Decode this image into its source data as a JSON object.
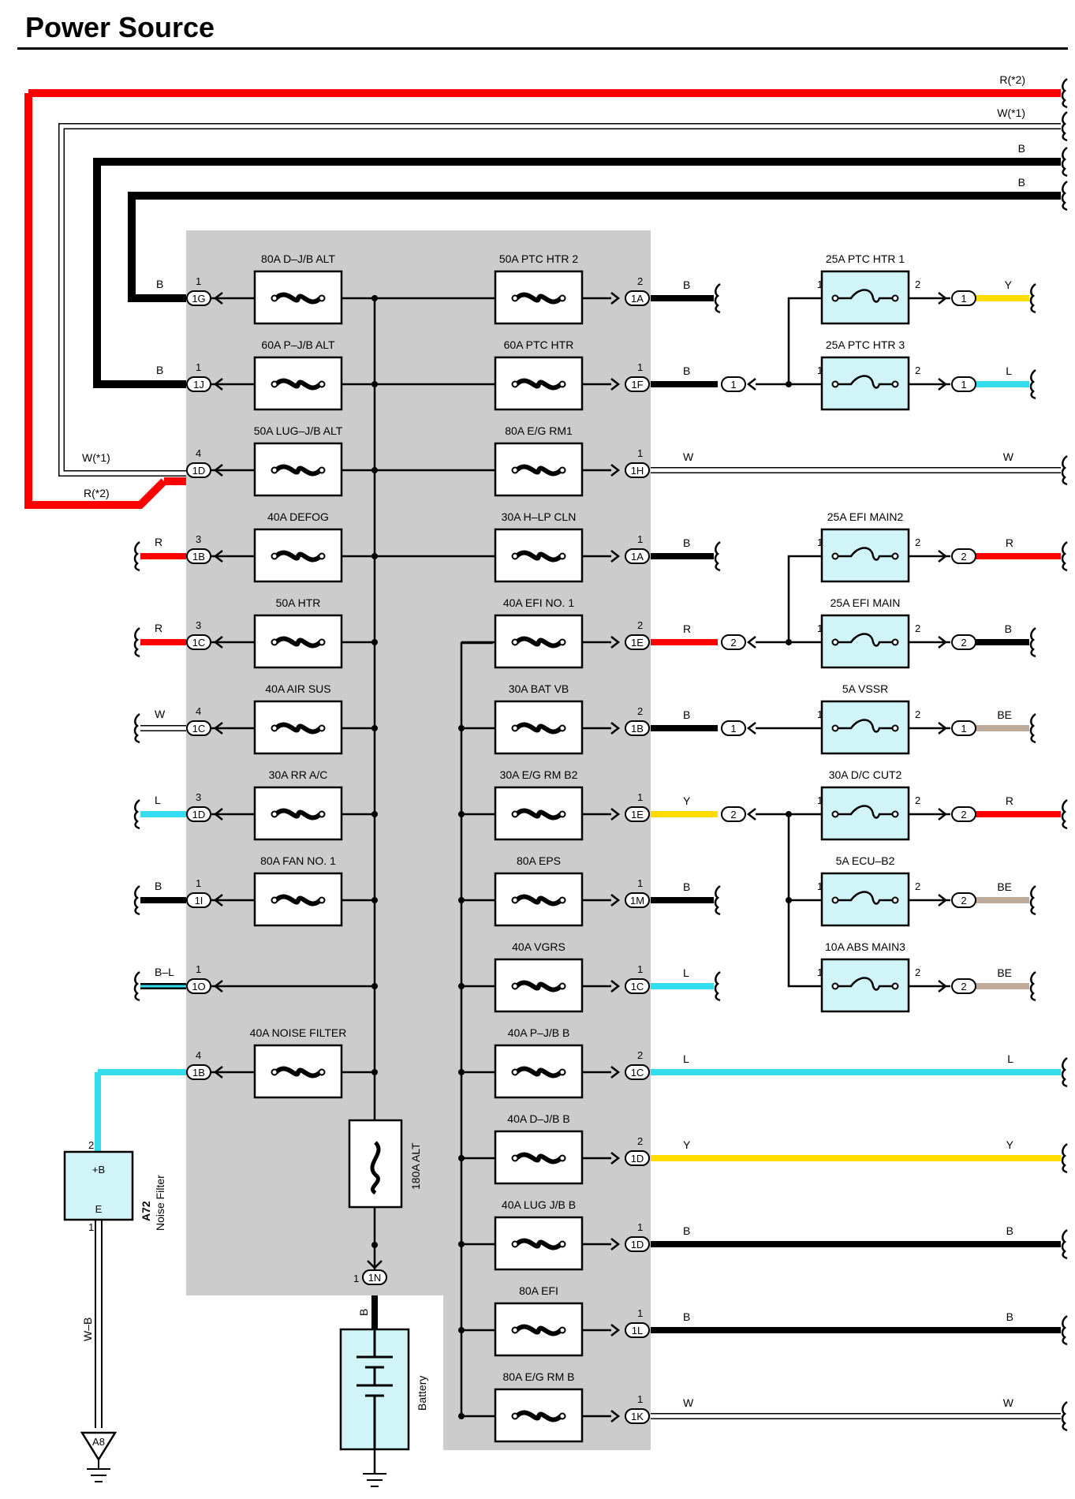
{
  "page": {
    "title": "Power Source"
  },
  "colors": {
    "R": "#ff0000",
    "W": "#ffffff",
    "B": "#000000",
    "L": "#33ddee",
    "Y": "#ffdd00",
    "BE": "#c0aa99",
    "box": "#cccccc",
    "fuse_fill": "#d0f4f8"
  },
  "top_bus": [
    "R(*2)",
    "W(*1)",
    "B",
    "B"
  ],
  "left_bus": {
    "w_label": "W(*1)",
    "r_label": "R(*2)"
  },
  "left_fuses": [
    {
      "name": "80A D–J/B ALT",
      "conn": "1G",
      "pin": "1",
      "wire": "B",
      "color": "B",
      "feed": "bus"
    },
    {
      "name": "60A P–J/B ALT",
      "conn": "1J",
      "pin": "1",
      "wire": "B",
      "color": "B",
      "feed": "bus"
    },
    {
      "name": "50A LUG–J/B ALT",
      "conn": "1D",
      "pin": "4",
      "wire": "",
      "color": "W",
      "feed": "bus"
    },
    {
      "name": "40A DEFOG",
      "conn": "1B",
      "pin": "3",
      "wire": "R",
      "color": "R",
      "feed": "stub"
    },
    {
      "name": "50A HTR",
      "conn": "1C",
      "pin": "3",
      "wire": "R",
      "color": "R",
      "feed": "stub"
    },
    {
      "name": "40A AIR SUS",
      "conn": "1C",
      "pin": "4",
      "wire": "W",
      "color": "W",
      "feed": "stub"
    },
    {
      "name": "30A RR A/C",
      "conn": "1D",
      "pin": "3",
      "wire": "L",
      "color": "L",
      "feed": "stub"
    },
    {
      "name": "80A FAN NO. 1",
      "conn": "1I",
      "pin": "1",
      "wire": "B",
      "color": "B",
      "feed": "stub"
    },
    {
      "name": "",
      "conn": "1O",
      "pin": "1",
      "wire": "B–L",
      "color": "BL",
      "feed": "stub"
    },
    {
      "name": "40A NOISE FILTER",
      "conn": "1B",
      "pin": "4",
      "wire": "L",
      "color": "L",
      "feed": "filter"
    }
  ],
  "right_fuses": [
    {
      "name": "50A PTC HTR 2",
      "conn": "1A",
      "pin": "2",
      "wire": "B",
      "color": "B",
      "out": "stub"
    },
    {
      "name": "60A PTC HTR",
      "conn": "1F",
      "pin": "1",
      "wire": "B",
      "color": "B",
      "out": "ptc"
    },
    {
      "name": "80A E/G RM1",
      "conn": "1H",
      "pin": "1",
      "wire": "W",
      "color": "W",
      "out": "long",
      "end_label": "W"
    },
    {
      "name": "30A H–LP CLN",
      "conn": "1A",
      "pin": "1",
      "wire": "B",
      "color": "B",
      "out": "stub"
    },
    {
      "name": "40A EFI NO. 1",
      "conn": "1E",
      "pin": "2",
      "wire": "R",
      "color": "R",
      "out": "efi"
    },
    {
      "name": "30A BAT VB",
      "conn": "1B",
      "pin": "2",
      "wire": "B",
      "color": "B",
      "out": "vssr"
    },
    {
      "name": "30A E/G RM B2",
      "conn": "1E",
      "pin": "1",
      "wire": "Y",
      "color": "Y",
      "out": "dc"
    },
    {
      "name": "80A EPS",
      "conn": "1M",
      "pin": "1",
      "wire": "B",
      "color": "B",
      "out": "stub"
    },
    {
      "name": "40A VGRS",
      "conn": "1C",
      "pin": "1",
      "wire": "L",
      "color": "L",
      "out": "stub"
    },
    {
      "name": "40A P–J/B B",
      "conn": "1C",
      "pin": "2",
      "wire": "L",
      "color": "L",
      "out": "long",
      "end_label": "L"
    },
    {
      "name": "40A D–J/B B",
      "conn": "1D",
      "pin": "2",
      "wire": "Y",
      "color": "Y",
      "out": "long",
      "end_label": "Y"
    },
    {
      "name": "40A LUG J/B B",
      "conn": "1D",
      "pin": "1",
      "wire": "B",
      "color": "B",
      "out": "long",
      "end_label": "B"
    },
    {
      "name": "80A EFI",
      "conn": "1L",
      "pin": "1",
      "wire": "B",
      "color": "B",
      "out": "long",
      "end_label": "B"
    },
    {
      "name": "80A E/G RM B",
      "conn": "1K",
      "pin": "1",
      "wire": "W",
      "color": "W",
      "out": "long",
      "end_label": "W"
    }
  ],
  "small_fuses": [
    {
      "name": "25A PTC HTR 1",
      "row": 0,
      "pin_in": "1",
      "pin_out": "2",
      "conn": "1",
      "wire": "Y",
      "color": "Y",
      "long": false
    },
    {
      "name": "25A PTC HTR 3",
      "row": 1,
      "pin_in": "1",
      "pin_out": "2",
      "conn": "1",
      "wire": "L",
      "color": "L",
      "long": false
    },
    {
      "name": "25A EFI MAIN2",
      "row": 3,
      "pin_in": "1",
      "pin_out": "2",
      "conn": "2",
      "wire": "R",
      "color": "R",
      "long": true
    },
    {
      "name": "25A EFI MAIN",
      "row": 4,
      "pin_in": "1",
      "pin_out": "2",
      "conn": "2",
      "wire": "B",
      "color": "B",
      "long": false
    },
    {
      "name": "5A VSSR",
      "row": 5,
      "pin_in": "1",
      "pin_out": "2",
      "conn": "1",
      "wire": "BE",
      "color": "BE",
      "long": false
    },
    {
      "name": "30A D/C CUT2",
      "row": 6,
      "pin_in": "1",
      "pin_out": "2",
      "conn": "2",
      "wire": "R",
      "color": "R",
      "long": true
    },
    {
      "name": "5A ECU–B2",
      "row": 7,
      "pin_in": "1",
      "pin_out": "2",
      "conn": "2",
      "wire": "BE",
      "color": "BE",
      "long": false
    },
    {
      "name": "10A ABS MAIN3",
      "row": 8,
      "pin_in": "1",
      "pin_out": "2",
      "conn": "2",
      "wire": "BE",
      "color": "BE",
      "long": false
    }
  ],
  "inline_connectors": {
    "ptc": "1",
    "efi": "2",
    "vssr": "1",
    "dc": "2"
  },
  "alt_fuse": {
    "label": "180A ALT"
  },
  "battery": {
    "label": "Battery",
    "conn": "1N",
    "pin": "1",
    "wire": "B"
  },
  "noise_filter": {
    "code": "A72",
    "label": "Noise Filter",
    "pin_top": "2",
    "pin_bottom": "1",
    "term_top": "+B",
    "term_bottom": "E",
    "wire": "W–B",
    "ground": "A8"
  }
}
